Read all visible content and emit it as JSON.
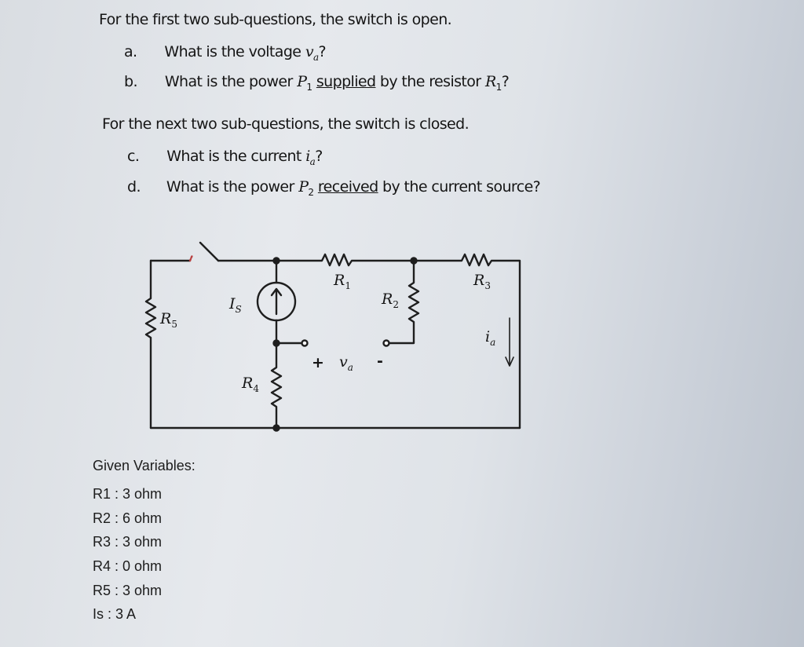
{
  "section1": {
    "intro": "For the first two sub-questions, the switch is open.",
    "items": [
      {
        "label": "a.",
        "text_pre": "What is the voltage ",
        "var": "v",
        "var_sub": "a",
        "text_post": "?"
      },
      {
        "label": "b.",
        "text_pre": "What is the power ",
        "var": "P",
        "var_sub": "1",
        "emph": "supplied",
        "text_mid": " by the resistor ",
        "var2": "R",
        "var2_sub": "1",
        "text_post": "?"
      }
    ]
  },
  "section2": {
    "intro": "For the next two sub-questions, the switch is closed.",
    "items": [
      {
        "label": "c.",
        "text_pre": "What is the current ",
        "var": "i",
        "var_sub": "a",
        "text_post": "?"
      },
      {
        "label": "d.",
        "text_pre": "What is the power ",
        "var": "P",
        "var_sub": "2",
        "emph": "received",
        "text_post": " by the current source?"
      }
    ]
  },
  "circuit": {
    "labels": {
      "r1": "R",
      "r1_sub": "1",
      "r2": "R",
      "r2_sub": "2",
      "r3": "R",
      "r3_sub": "3",
      "r4": "R",
      "r4_sub": "4",
      "r5": "R",
      "r5_sub": "5",
      "is": "I",
      "is_sub": "S",
      "ia": "i",
      "ia_sub": "a",
      "va": "v",
      "va_sub": "a",
      "plus": "+",
      "minus": "-"
    }
  },
  "given": {
    "title": "Given Variables:",
    "values": [
      "R1 : 3 ohm",
      "R2 : 6 ohm",
      "R3 : 3 ohm",
      "R4 : 0 ohm",
      "R5 : 3 ohm",
      "Is : 3 A"
    ]
  }
}
